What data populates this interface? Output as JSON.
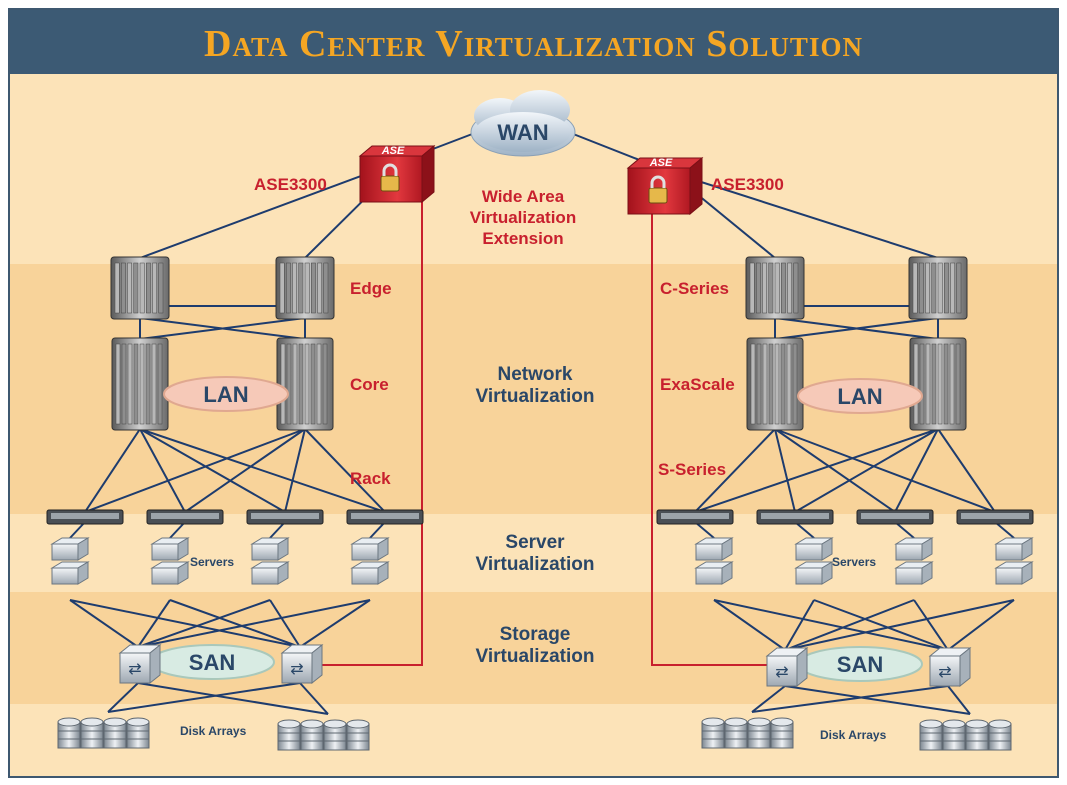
{
  "title": "Data Center Virtualization Solution",
  "cloud": {
    "label": "WAN"
  },
  "appliances": {
    "left_label": "ASE3300",
    "right_label": "ASE3300",
    "badge": "ASE"
  },
  "center_labels": {
    "wide_area": [
      "Wide Area",
      "Virtualization",
      "Extension"
    ],
    "network": [
      "Network",
      "Virtualization"
    ],
    "server": [
      "Server",
      "Virtualization"
    ],
    "storage": [
      "Storage",
      "Virtualization"
    ]
  },
  "left_tiers": {
    "edge": "Edge",
    "core": "Core",
    "rack": "Rack"
  },
  "right_tiers": {
    "edge": "C-Series",
    "core": "ExaScale",
    "rack": "S-Series"
  },
  "ovals": {
    "lan": "LAN",
    "san": "SAN"
  },
  "servers_label": "Servers",
  "disk_label": "Disk Arrays",
  "colors": {
    "title_bar": "#3c5a74",
    "title_text": "#f5a623",
    "red_label": "#c8202e",
    "blue_label": "#2a4768",
    "link": "#1e3c6e",
    "fiber": "#c8202e",
    "band_light": "#fce3b8",
    "band_dark": "#f8d39a"
  }
}
